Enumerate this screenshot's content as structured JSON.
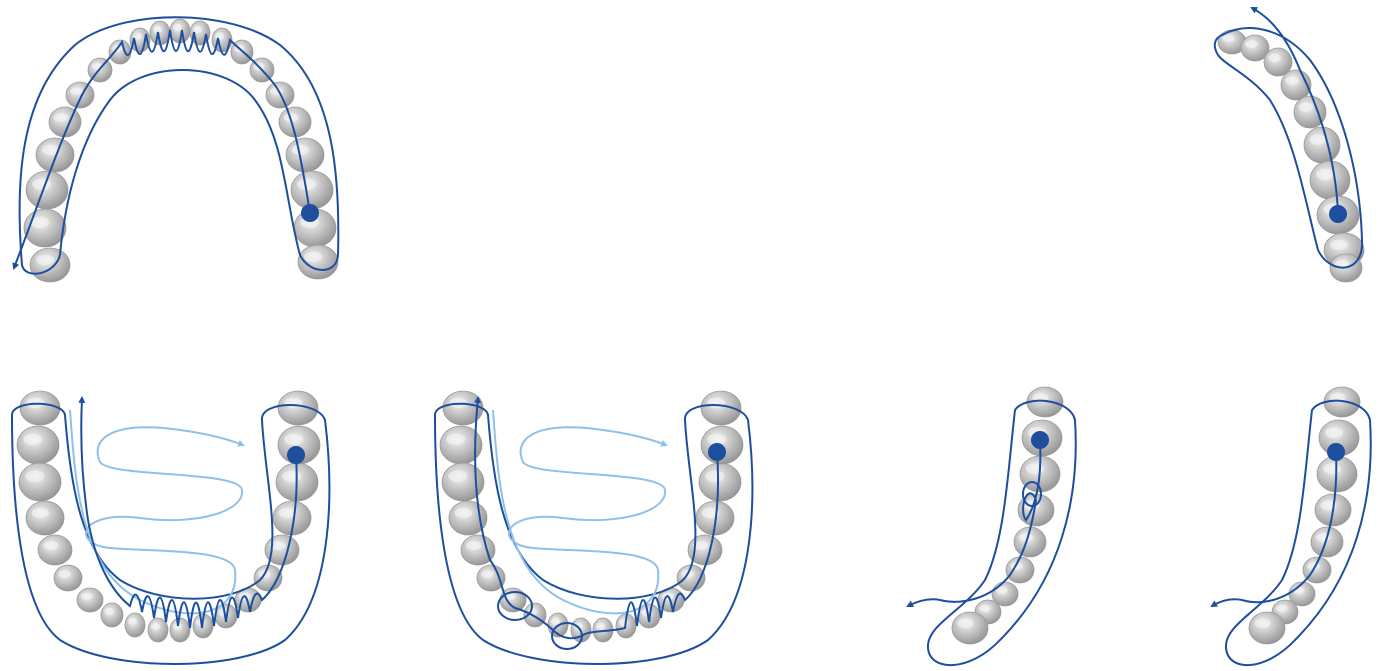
{
  "colors": {
    "background": "#ffffff",
    "scan_path": "#1d4f9e",
    "secondary_path": "#8fc1e8",
    "tooth_fill": "#b9b9b9",
    "tooth_light": "#e6e6e6",
    "tooth_shadow": "#8f8f8f"
  },
  "diagrams": [
    {
      "id": "upper-full-arch",
      "arch": "upper",
      "extent": "full",
      "start_marker": "filled-dot",
      "end_marker": "arrowhead"
    },
    {
      "id": "upper-quadrant",
      "arch": "upper",
      "extent": "quadrant",
      "start_marker": "filled-dot",
      "end_marker": "arrowhead"
    },
    {
      "id": "lower-full-arch",
      "arch": "lower",
      "extent": "full",
      "start_marker": "filled-dot",
      "end_marker": "arrowhead",
      "secondary_path": true
    },
    {
      "id": "lower-full-arch-with-scanbodies",
      "arch": "lower",
      "extent": "full",
      "start_marker": "filled-dot",
      "end_marker": "arrowhead",
      "secondary_path": true,
      "loops": 2
    },
    {
      "id": "lower-quadrant-with-scanbody",
      "arch": "lower",
      "extent": "quadrant",
      "start_marker": "filled-dot",
      "end_marker": "arrowhead",
      "loops": 1
    },
    {
      "id": "lower-quadrant",
      "arch": "lower",
      "extent": "quadrant",
      "start_marker": "filled-dot",
      "end_marker": "arrowhead"
    }
  ]
}
